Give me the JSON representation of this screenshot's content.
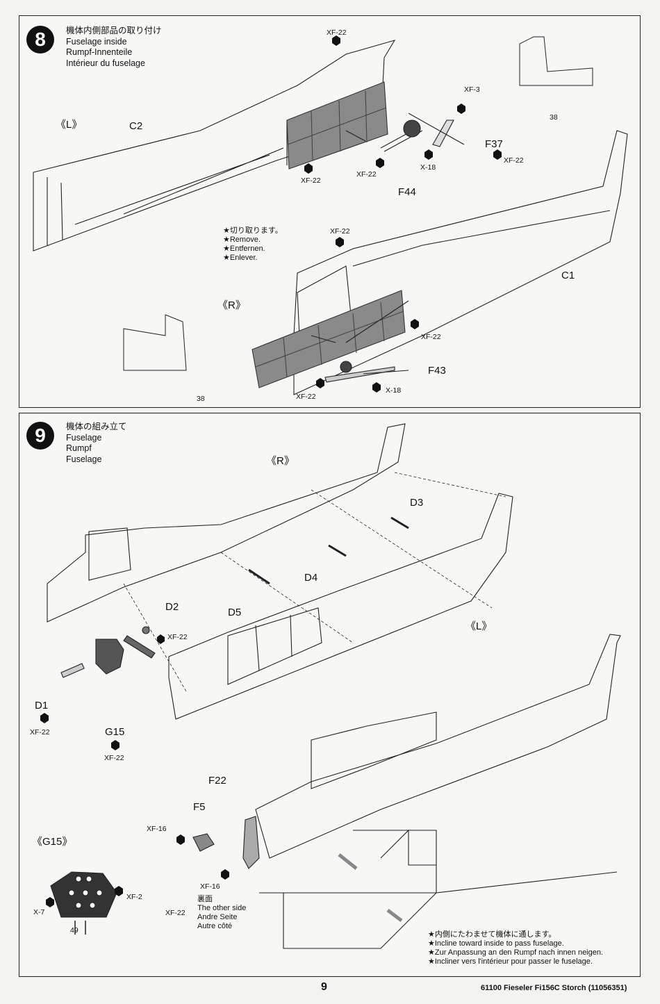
{
  "step8": {
    "number": "8",
    "titles": [
      "機体内側部品の取り付け",
      "Fuselage inside",
      "Rumpf-Innenteile",
      "Intérieur du fuselage"
    ],
    "labels": {
      "left_side": "《L》",
      "right_side": "《R》",
      "c2": "C2",
      "c1": "C1",
      "f37": "F37",
      "f44": "F44",
      "f43": "F43",
      "xf22": "XF-22",
      "xf3": "XF-3",
      "x18": "X-18",
      "ref38": "38"
    },
    "remove_note": [
      "★切り取ります。",
      "★Remove.",
      "★Entfernen.",
      "★Enlever."
    ]
  },
  "step9": {
    "number": "9",
    "titles": [
      "機体の組み立て",
      "Fuselage",
      "Rumpf",
      "Fuselage"
    ],
    "labels": {
      "right_side": "《R》",
      "left_side": "《L》",
      "d1": "D1",
      "d2": "D2",
      "d3": "D3",
      "d4": "D4",
      "d5": "D5",
      "g15": "G15",
      "g15_inset": "《G15》",
      "f5": "F5",
      "f22": "F22",
      "xf22": "XF-22",
      "xf16": "XF-16",
      "xf2": "XF-2",
      "x7": "X-7",
      "ref49": "49"
    },
    "other_side": [
      "裏面",
      "The other side",
      "Andre Seite",
      "Autre côté"
    ],
    "incline_note": [
      "★内側にたわませて機体に通します。",
      "★Incline toward inside to pass fuselage.",
      "★Zur Anpassung an den Rumpf nach innen neigen.",
      "★Incliner vers l'intérieur pour passer le fuselage."
    ]
  },
  "footer": {
    "page": "9",
    "code": "61100  Fieseler Fi156C Storch (11056351)"
  }
}
